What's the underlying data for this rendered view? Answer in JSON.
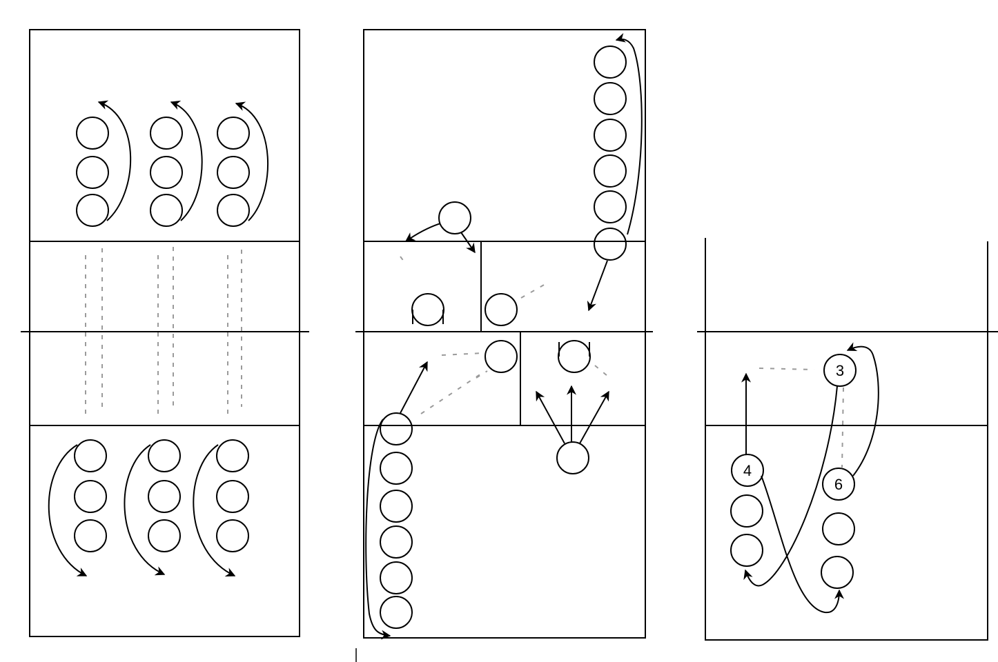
{
  "diagram": {
    "panels": [
      {
        "id": "left",
        "description_visible": false
      },
      {
        "id": "middle",
        "description_visible": false
      },
      {
        "id": "right",
        "labels": [
          "3",
          "4",
          "6"
        ]
      }
    ],
    "colors": {
      "ink": "#000000",
      "faint": "#9a9a9a",
      "background": "#ffffff"
    },
    "icons": [
      "player-circle",
      "arrow",
      "curved-arrow"
    ]
  }
}
